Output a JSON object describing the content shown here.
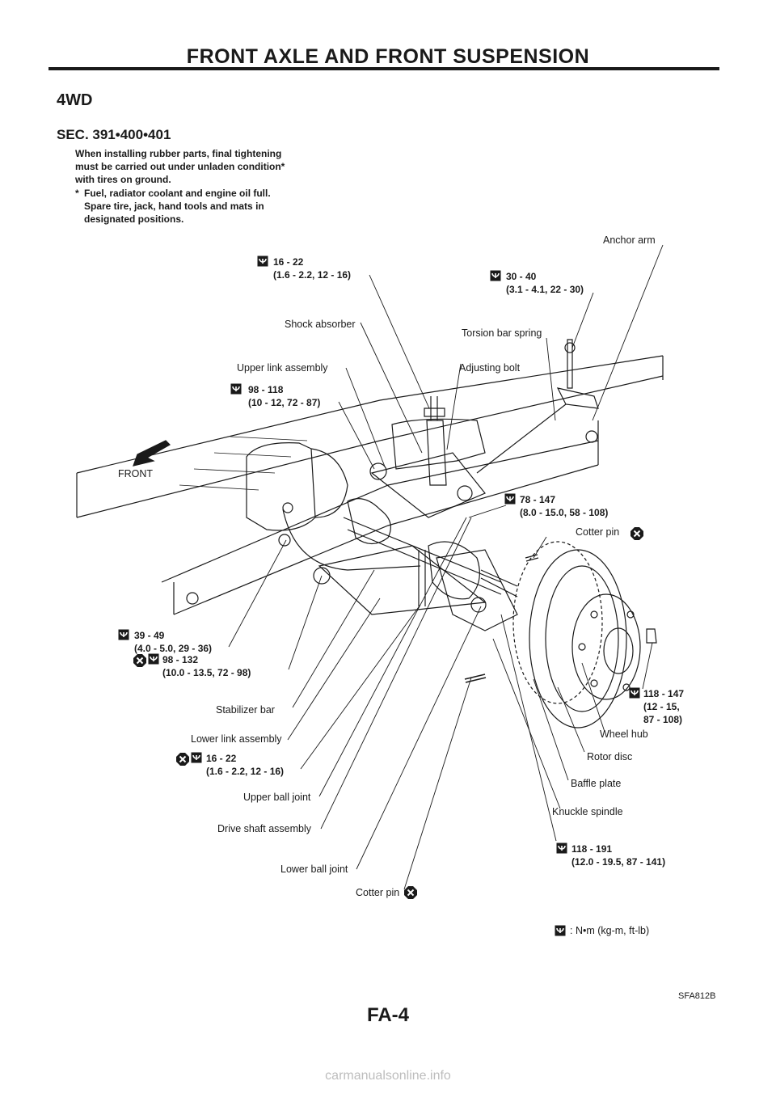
{
  "header": {
    "title": "FRONT AXLE AND FRONT SUSPENSION"
  },
  "section_title": "4WD",
  "sec_number": "SEC. 391•400•401",
  "note": {
    "lines": [
      "When installing rubber parts, final tightening",
      "must be carried out under unladen condition*",
      "with tires on ground."
    ],
    "star": "*",
    "star_lines": [
      "Fuel, radiator coolant and engine oil full.",
      "Spare tire, jack, hand tools and mats in",
      "designated positions."
    ]
  },
  "labels": {
    "anchor_arm": "Anchor arm",
    "shock_absorber": "Shock absorber",
    "torsion_bar_spring": "Torsion bar spring",
    "upper_link_assembly": "Upper link assembly",
    "adjusting_bolt": "Adjusting bolt",
    "front": "FRONT",
    "cotter_pin_1": "Cotter pin",
    "stabilizer_bar": "Stabilizer bar",
    "lower_link_assembly": "Lower link assembly",
    "upper_ball_joint": "Upper ball joint",
    "drive_shaft_assembly": "Drive shaft assembly",
    "lower_ball_joint": "Lower ball joint",
    "cotter_pin_2": "Cotter pin",
    "wheel_hub": "Wheel hub",
    "rotor_disc": "Rotor disc",
    "baffle_plate": "Baffle plate",
    "knuckle_spindle": "Knuckle spindle"
  },
  "torques": {
    "t1": {
      "l1": "16 - 22",
      "l2": "(1.6 - 2.2, 12 - 16)"
    },
    "t2": {
      "l1": "30 - 40",
      "l2": "(3.1 - 4.1, 22 - 30)"
    },
    "t3": {
      "l1": "98 - 118",
      "l2": "(10 - 12, 72 - 87)"
    },
    "t4": {
      "l1": "78 - 147",
      "l2": "(8.0 - 15.0, 58 - 108)"
    },
    "t5": {
      "l1": "39 - 49",
      "l2": "(4.0 - 5.0, 29 - 36)"
    },
    "t6": {
      "l1": "98 - 132",
      "l2": "(10.0 - 13.5, 72 - 98)"
    },
    "t7": {
      "l1": "16 - 22",
      "l2": "(1.6 - 2.2, 12 - 16)"
    },
    "t8": {
      "l1": "118 - 147",
      "l2": "(12 - 15,",
      "l3": "87 - 108)"
    },
    "t9": {
      "l1": "118 - 191",
      "l2": "(12.0 - 19.5, 87 - 141)"
    }
  },
  "legend": {
    "text": ": N•m (kg-m, ft-lb)"
  },
  "figure_ref": "SFA812B",
  "footer": {
    "page_number": "FA-4"
  },
  "watermark": "carmanualsonline.info",
  "icons": {
    "torque": "torque-wrench-icon",
    "replace": "always-replace-icon"
  }
}
